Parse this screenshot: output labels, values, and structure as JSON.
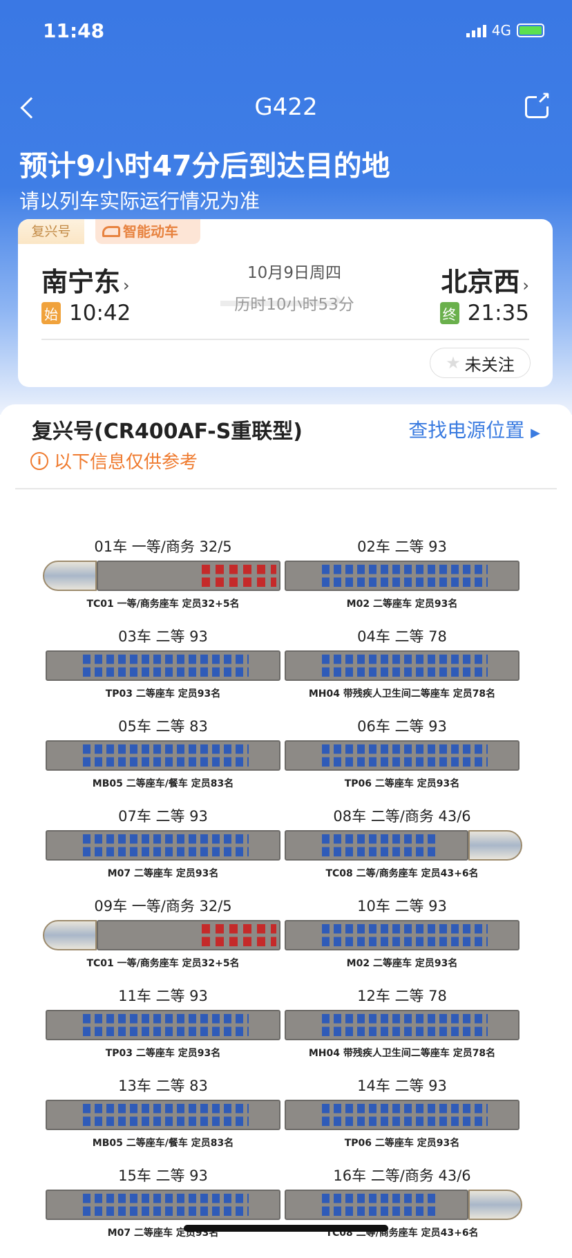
{
  "status": {
    "time": "11:48",
    "network": "4G"
  },
  "nav": {
    "title": "G422"
  },
  "header": {
    "headline": "预计9小时47分后到达目的地",
    "subtitle": "请以列车实际运行情况为准"
  },
  "card": {
    "tag_brand": "复兴号",
    "tag_smart": "智能动车",
    "from": {
      "station": "南宁东",
      "badge": "始",
      "time": "10:42"
    },
    "to": {
      "station": "北京西",
      "badge": "终",
      "time": "21:35"
    },
    "date": "10月9日周四",
    "duration": "历时10小时53分",
    "follow_label": "未关注",
    "colors": {
      "start": "#f0a23c",
      "end": "#6ab04c"
    }
  },
  "panel": {
    "title": "复兴号(CR400AF-S重联型)",
    "link": "查找电源位置",
    "note": "以下信息仅供参考"
  },
  "cars": [
    {
      "label": "01车 一等/商务 32/5",
      "caption": "TC01 一等/商务座车 定员32+5名",
      "kind": "head-left"
    },
    {
      "label": "02车 二等 93",
      "caption": "M02 二等座车 定员93名",
      "kind": "plain"
    },
    {
      "label": "03车 二等 93",
      "caption": "TP03 二等座车 定员93名",
      "kind": "plain"
    },
    {
      "label": "04车 二等 78",
      "caption": "MH04 带残疾人卫生间二等座车 定员78名",
      "kind": "plain"
    },
    {
      "label": "05车 二等 83",
      "caption": "MB05 二等座车/餐车 定员83名",
      "kind": "plain"
    },
    {
      "label": "06车 二等 93",
      "caption": "TP06 二等座车 定员93名",
      "kind": "plain"
    },
    {
      "label": "07车 二等 93",
      "caption": "M07 二等座车 定员93名",
      "kind": "plain"
    },
    {
      "label": "08车 二等/商务 43/6",
      "caption": "TC08 二等/商务座车 定员43+6名",
      "kind": "head-right"
    },
    {
      "label": "09车 一等/商务 32/5",
      "caption": "TC01 一等/商务座车 定员32+5名",
      "kind": "head-left"
    },
    {
      "label": "10车 二等 93",
      "caption": "M02 二等座车 定员93名",
      "kind": "plain"
    },
    {
      "label": "11车 二等 93",
      "caption": "TP03 二等座车 定员93名",
      "kind": "plain"
    },
    {
      "label": "12车 二等 78",
      "caption": "MH04 带残疾人卫生间二等座车 定员78名",
      "kind": "plain"
    },
    {
      "label": "13车 二等 83",
      "caption": "MB05 二等座车/餐车 定员83名",
      "kind": "plain"
    },
    {
      "label": "14车 二等 93",
      "caption": "TP06 二等座车 定员93名",
      "kind": "plain"
    },
    {
      "label": "15车 二等 93",
      "caption": "M07 二等座车 定员93名",
      "kind": "plain"
    },
    {
      "label": "16车 二等/商务 43/6",
      "caption": "TC08 二等/商务座车 定员43+6名",
      "kind": "head-right"
    }
  ]
}
